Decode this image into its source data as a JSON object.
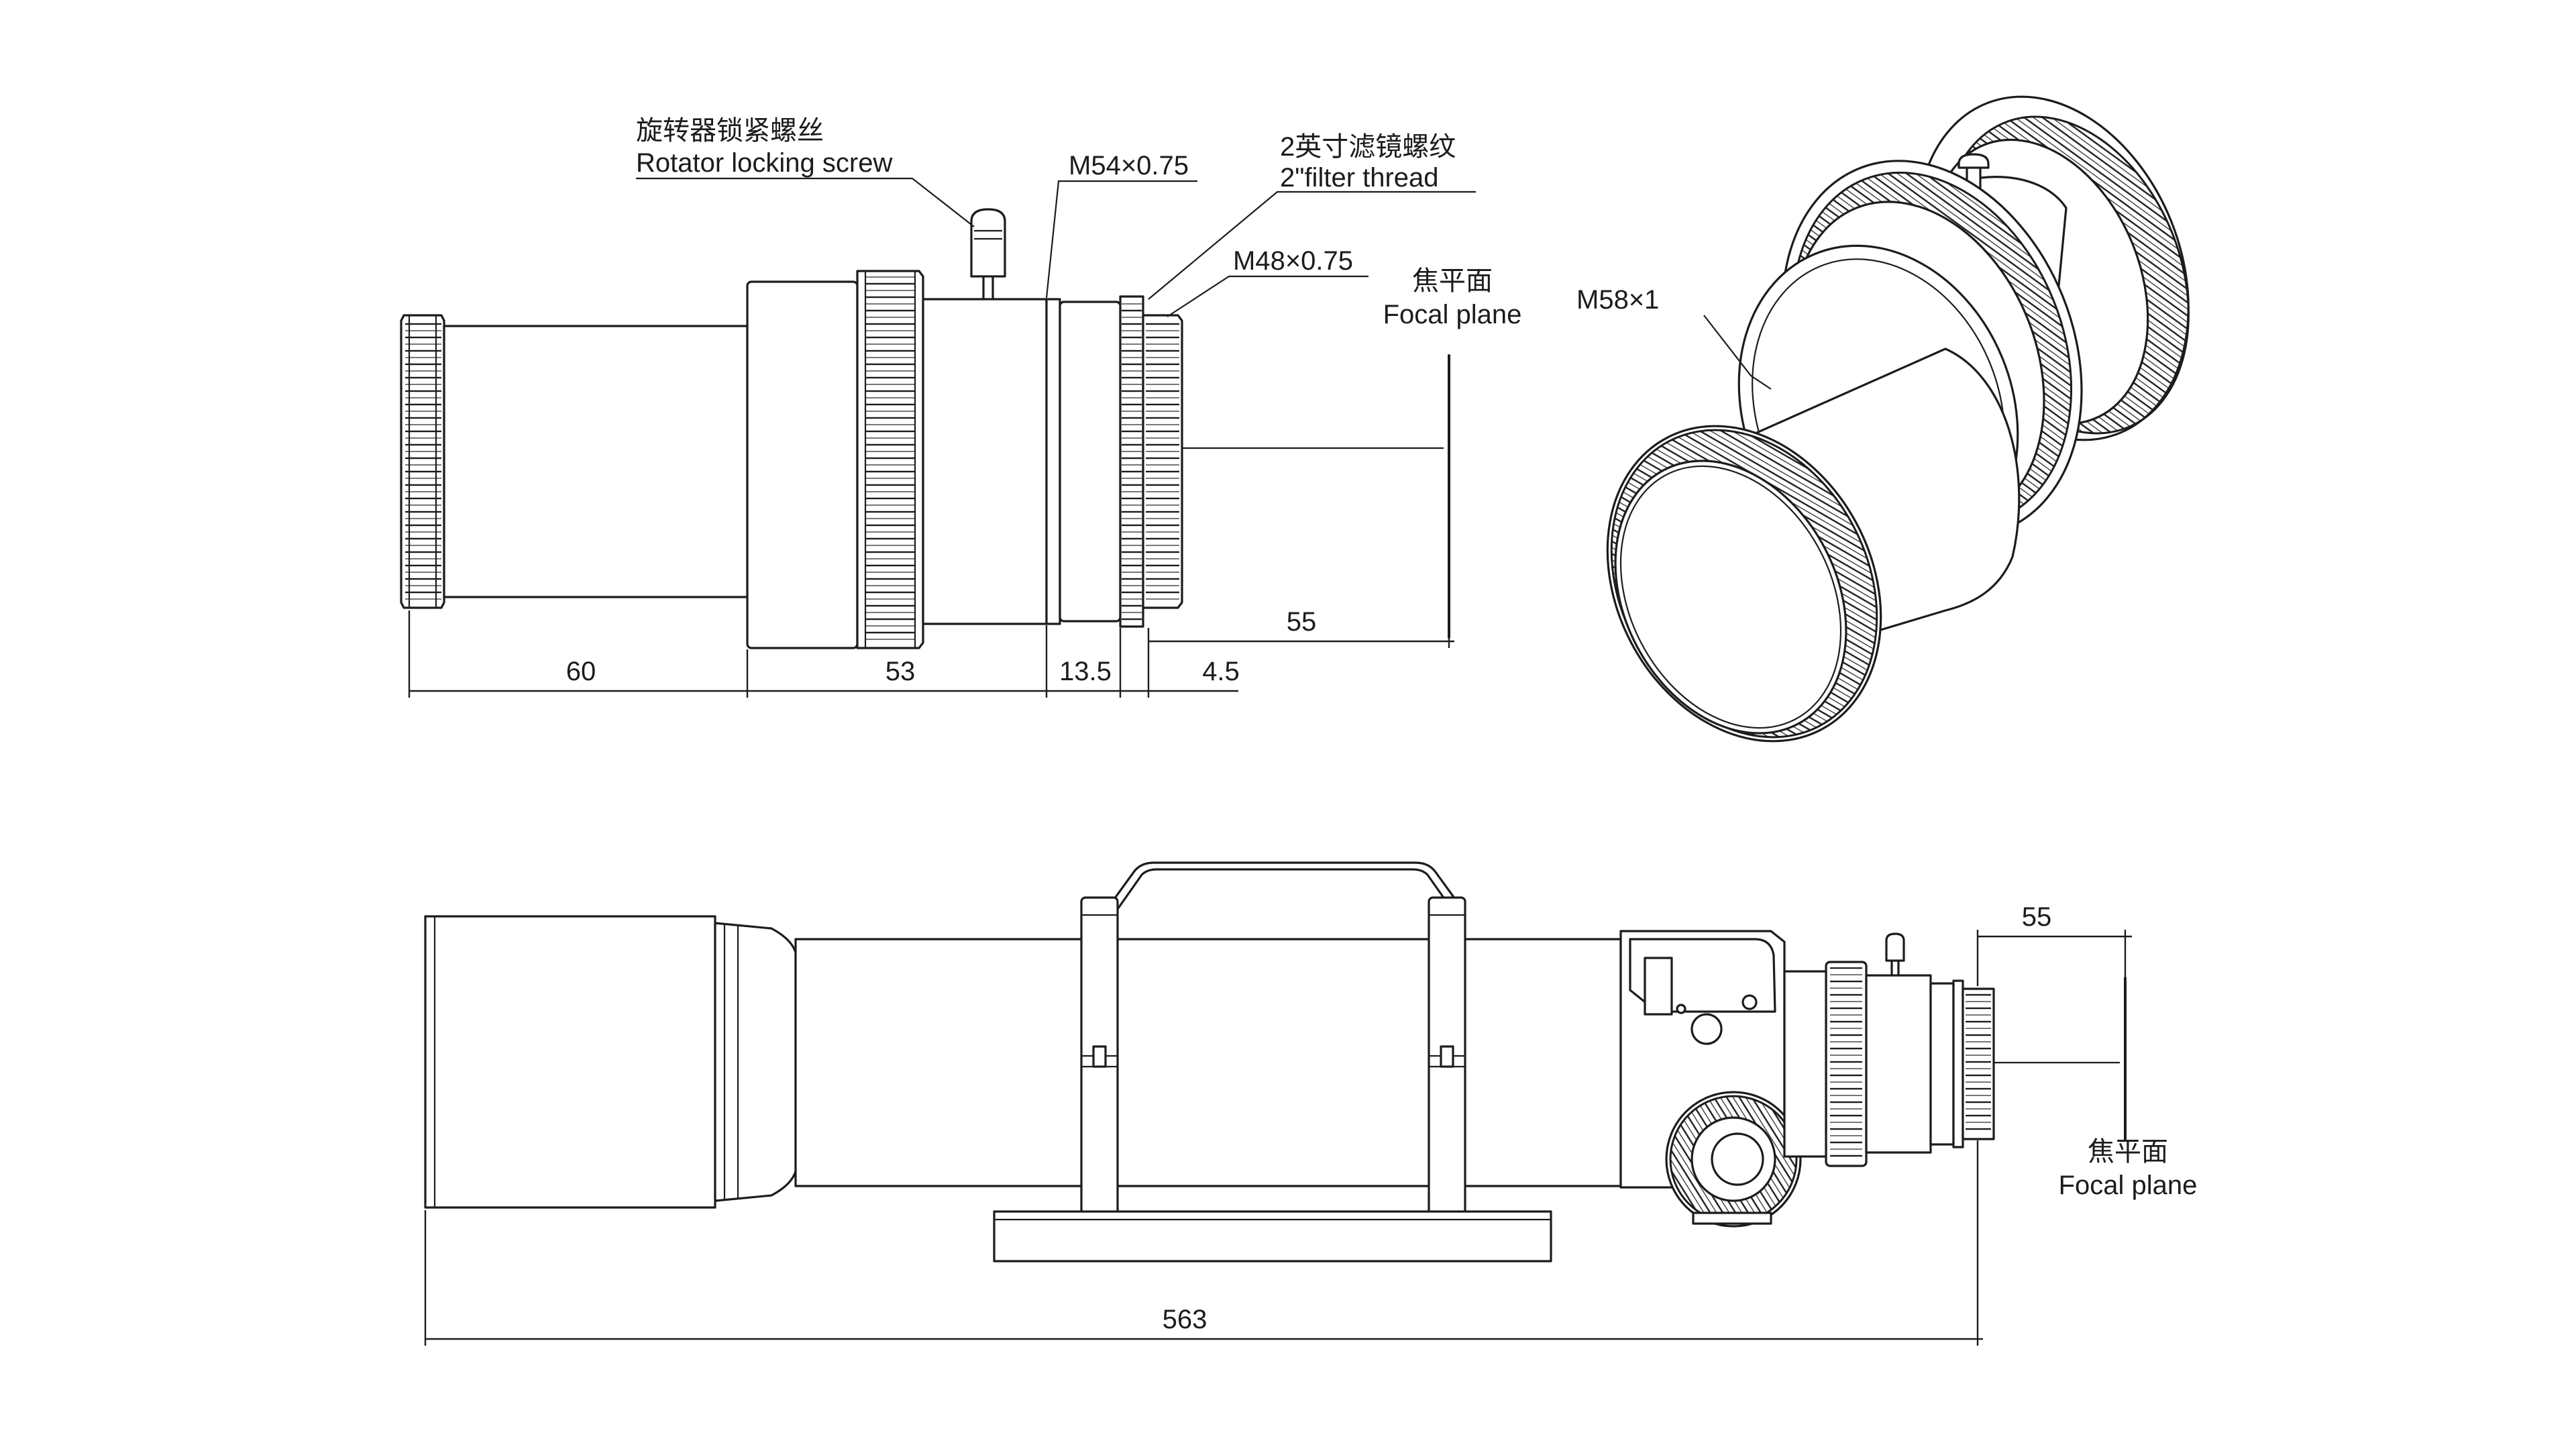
{
  "side_view": {
    "labels": {
      "rotator_cn": "旋转器锁紧螺丝",
      "rotator_en": "Rotator locking screw",
      "m54": "M54×0.75",
      "filter_cn": "2英寸滤镜螺纹",
      "filter_en": "2\"filter thread",
      "m48": "M48×0.75",
      "focal_cn": "焦平面",
      "focal_en": "Focal plane"
    },
    "dimensions": {
      "d60": "60",
      "d53": "53",
      "d13_5": "13.5",
      "d4_5": "4.5",
      "d55": "55"
    }
  },
  "iso_view": {
    "labels": {
      "m58": "M58×1"
    }
  },
  "full_view": {
    "labels": {
      "focal_cn": "焦平面",
      "focal_en": "Focal plane"
    },
    "dimensions": {
      "d55": "55",
      "d563": "563"
    }
  }
}
